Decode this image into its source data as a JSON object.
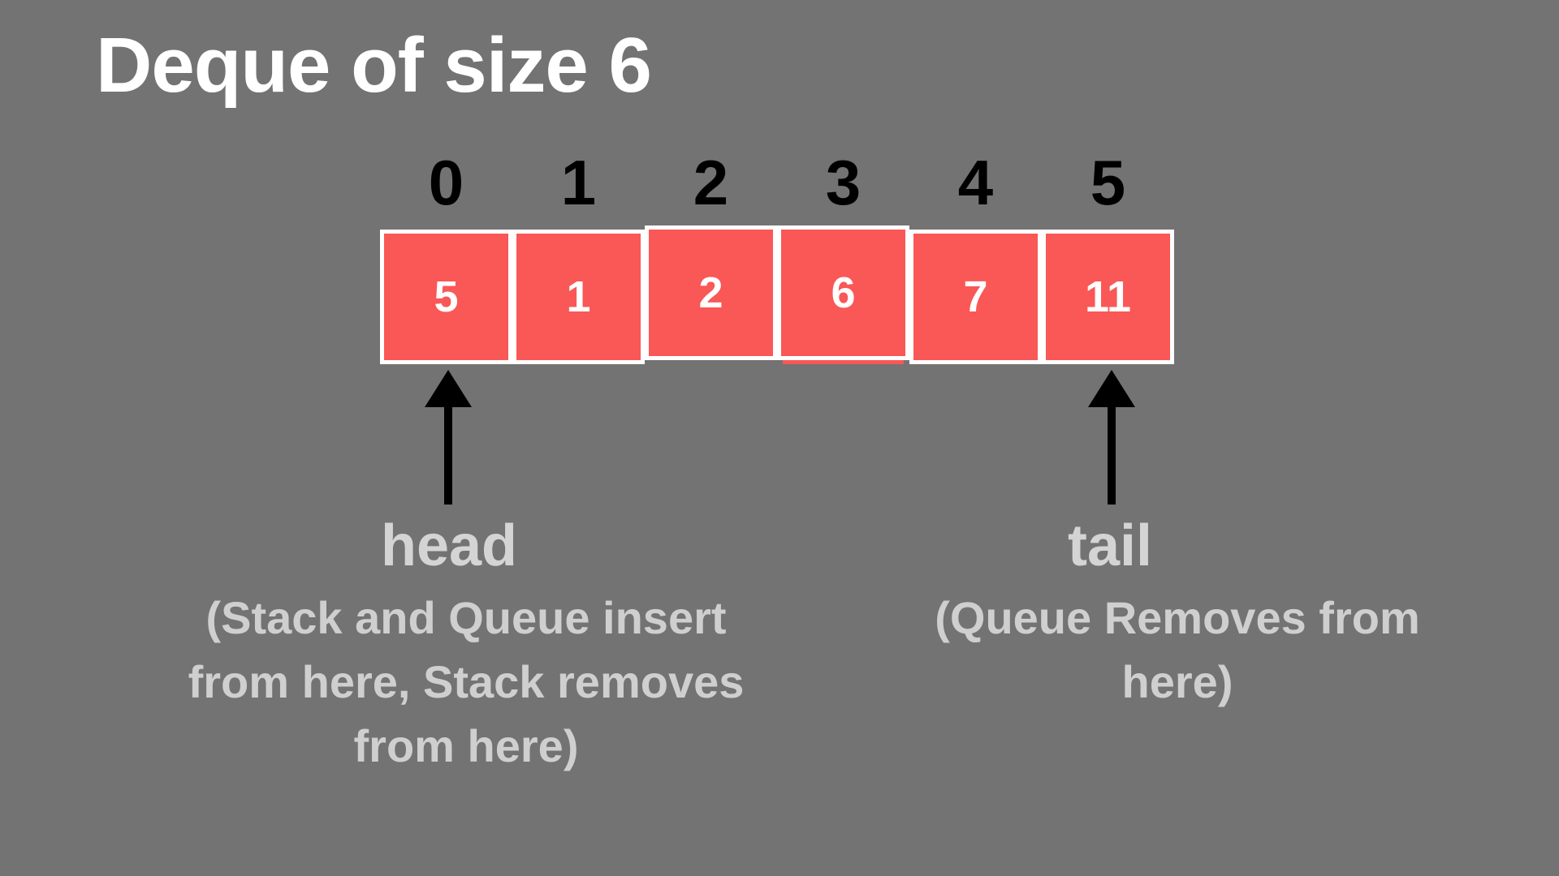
{
  "title": "Deque of size 6",
  "colors": {
    "background": "#737373",
    "cell_fill": "#fa5757",
    "cell_border": "#ffffff",
    "index_text": "#000000",
    "value_text": "#ffffff",
    "arrow": "#000000",
    "label_text": "#d4d4d4",
    "description_text": "#cfcfcf",
    "title_text": "#ffffff"
  },
  "deque": {
    "size": 6,
    "indices": [
      "0",
      "1",
      "2",
      "3",
      "4",
      "5"
    ],
    "values": [
      "5",
      "1",
      "2",
      "6",
      "7",
      "11"
    ]
  },
  "annotations": {
    "head": {
      "label": "head",
      "description_lines": [
        "(Stack and Queue insert",
        "from here, Stack removes",
        "from here)"
      ]
    },
    "tail": {
      "label": "tail",
      "description_lines": [
        "(Queue Removes from",
        "here)"
      ]
    }
  }
}
